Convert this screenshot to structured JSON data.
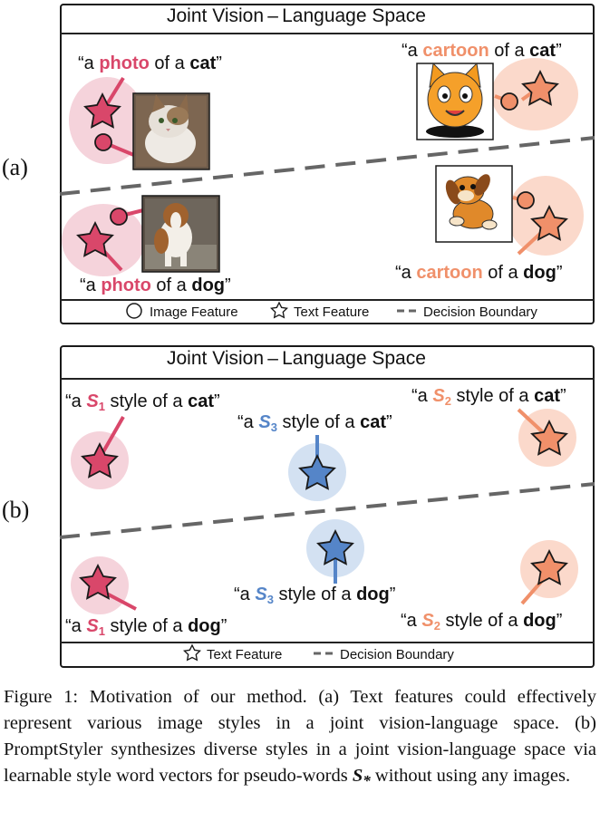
{
  "panel_a": {
    "label": "(a)",
    "title": "Joint Vision – Language Space",
    "prompts": {
      "photo_cat": {
        "pre": "“a ",
        "style": "photo",
        "mid": " of a ",
        "cls": "cat",
        "post": "”"
      },
      "cartoon_cat": {
        "pre": "“a ",
        "style": "cartoon",
        "mid": " of a ",
        "cls": "cat",
        "post": "”"
      },
      "photo_dog": {
        "pre": "“a ",
        "style": "photo",
        "mid": " of a ",
        "cls": "dog",
        "post": "”"
      },
      "cartoon_dog": {
        "pre": "“a ",
        "style": "cartoon",
        "mid": " of a ",
        "cls": "dog",
        "post": "”"
      }
    },
    "legend": {
      "image_feature": "Image Feature",
      "text_feature": "Text Feature",
      "decision_boundary": "Decision Boundary"
    }
  },
  "panel_b": {
    "label": "(b)",
    "title": "Joint Vision – Language Space",
    "prompts": {
      "s1_cat": {
        "pre": "“a ",
        "style": "S",
        "sub": "1",
        "mid": " style of a ",
        "cls": "cat",
        "post": "”"
      },
      "s2_cat": {
        "pre": "“a ",
        "style": "S",
        "sub": "2",
        "mid": " style of a ",
        "cls": "cat",
        "post": "”"
      },
      "s3_cat": {
        "pre": "“a ",
        "style": "S",
        "sub": "3",
        "mid": " style of a ",
        "cls": "cat",
        "post": "”"
      },
      "s3_dog": {
        "pre": "“a ",
        "style": "S",
        "sub": "3",
        "mid": " style of a ",
        "cls": "dog",
        "post": "”"
      },
      "s1_dog": {
        "pre": "“a ",
        "style": "S",
        "sub": "1",
        "mid": " style of a ",
        "cls": "dog",
        "post": "”"
      },
      "s2_dog": {
        "pre": "“a ",
        "style": "S",
        "sub": "2",
        "mid": " style of a ",
        "cls": "dog",
        "post": "”"
      }
    },
    "legend": {
      "text_feature": "Text Feature",
      "decision_boundary": "Decision Boundary"
    }
  },
  "caption": {
    "fig_label": "Figure 1:",
    "text_1": " Motivation of our method. (a) Text features could effectively represent various image styles in a joint vision-language space. (b) PromptStyler synthesizes diverse styles in a joint vision-language space via learnable style word vectors for pseudo-words ",
    "symbol": "S",
    "symbol_sub": "*",
    "text_2": " without using any images."
  },
  "colors": {
    "photo": "#d9476a",
    "photo_blob": "#f5d3db",
    "cartoon": "#f0906a",
    "cartoon_blob": "#fbd9cb",
    "s3": "#5585c8",
    "s3_blob": "#d3e1f2",
    "boundary": "#666666"
  },
  "icons": [
    "star-icon",
    "circle-icon",
    "cat-photo-image",
    "dog-photo-image",
    "cat-cartoon-image",
    "dog-cartoon-image"
  ]
}
